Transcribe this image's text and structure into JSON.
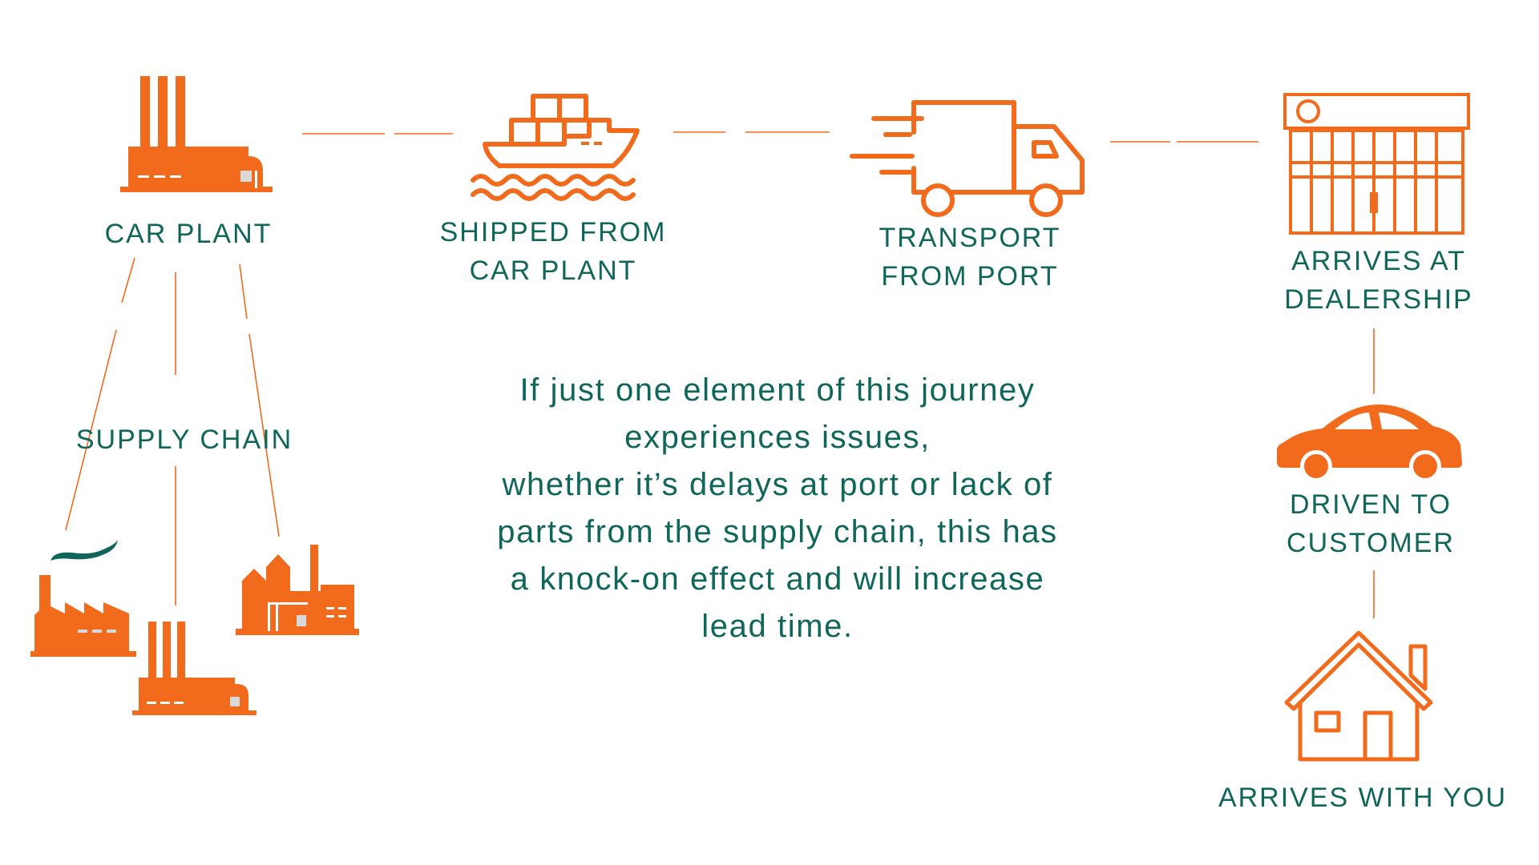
{
  "labels": {
    "car_plant": "CAR PLANT",
    "shipped_line1": "SHIPPED FROM",
    "shipped_line2": "CAR PLANT",
    "transport_line1": "TRANSPORT",
    "transport_line2": "FROM PORT",
    "dealership_line1": "ARRIVES AT",
    "dealership_line2": "DEALERSHIP",
    "driven_line1": "DRIVEN TO",
    "driven_line2": "CUSTOMER",
    "arrives_you": "ARRIVES WITH YOU",
    "supply_chain": "SUPPLY CHAIN"
  },
  "message": {
    "lines": [
      "If just one element of this journey",
      "experiences issues,",
      "whether it’s delays at port or lack of",
      "parts from the supply chain, this has",
      "a knock-on effect and will increase",
      "lead time."
    ]
  },
  "icons": {
    "car_plant": "factory-icon",
    "ship": "cargo-ship-icon",
    "truck": "delivery-truck-icon",
    "store": "dealership-icon",
    "car": "car-icon",
    "house": "house-icon",
    "supply_1": "factory-smoke-icon",
    "supply_2": "factory-icon",
    "supply_3": "refinery-icon"
  },
  "colors": {
    "accent": "#f26a1b",
    "text": "#0f6659",
    "smoke": "#0f6659",
    "window": "#d9d9d9"
  }
}
